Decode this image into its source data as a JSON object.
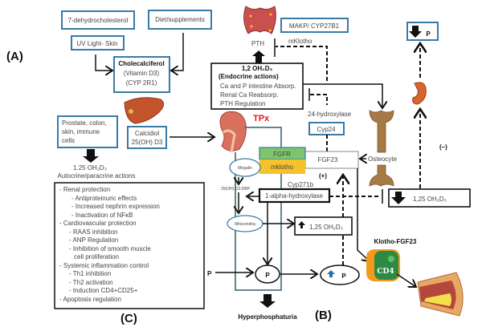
{
  "panels": {
    "a": "(A)",
    "b": "(B)",
    "c": "(C)"
  },
  "synthesis": {
    "dehydro": "7-dehydrocholesterol",
    "diet": "Diet/supplements",
    "uv": "UV Light- Skin",
    "chole_title": "Cholecalciferol",
    "chole_l1": "(Vitamin D3)",
    "chole_l2": "(CYP 2R1)",
    "calcidiol_l1": "Calcidiol",
    "calcidiol_l2": "25(OH) D3",
    "tissues_l1": "Prostate, colon,",
    "tissues_l2": "skin, immune",
    "tissues_l3": "cells"
  },
  "autocrine": {
    "compound": "1.25 OH₂D₃",
    "label": "Autocrine/paracrine actions",
    "items": [
      "- Renal protection",
      "- Antiproteinuric effects",
      "- Increased nephrin expression",
      "- Inactivation of NFκB",
      "- Cardiovascular protection",
      "- RAAS inhibition",
      "- ANP Regulation",
      "- Inhibition of smooth muscle",
      "cell proliferation",
      "- Systemic inflammation control",
      "- Th1 inhibition",
      "- Th2 activation",
      "- Induction CD4+CD25+",
      "- Apoptosis regulation"
    ]
  },
  "endocrine": {
    "title": "1,2 OH₂D₃",
    "subtitle": "(Endocrine actions)",
    "l1": "Ca and P intestine Absorp.",
    "l2": "Renal Ca Reabsorp.",
    "l3": "PTH Regulation"
  },
  "parathyroid": {
    "pth": "PTH",
    "makp": "MAKP/ CYP27B1",
    "mklotho": "mKlotho"
  },
  "kidney": {
    "tpx": "TPx",
    "megalin": "Megalin",
    "dbp": "25(OH) D3-DBP",
    "mito": "Mitocondria",
    "fgfr": "FGFR",
    "mklotho": "mklotho",
    "fgf23": "FGF23",
    "cyp271b": "Cyp271b",
    "alpha": "1-alpha-hydroxylase",
    "up_d3": "1,25 OH₂D₃",
    "p": "P",
    "p_in": "P",
    "p_up": "P",
    "hyper": "Hyperphosphaturia",
    "plus": "(+)"
  },
  "bone": {
    "hydroxylase": "24-hydroxylase",
    "cyp24": "Cyp24",
    "osteocyte": "Osteocyte"
  },
  "right": {
    "low_p": "P",
    "minus": "(–)",
    "low_d3": "1,25 OH₂D₃",
    "klotho": "Klotho-FGF23",
    "cd4": "CD4"
  },
  "colors": {
    "box_border": "#3a7aa6",
    "fgfr": "#7dc46b",
    "mklotho": "#f5c12c",
    "tpx": "#e8141b",
    "frame": "#2c5f6b"
  }
}
